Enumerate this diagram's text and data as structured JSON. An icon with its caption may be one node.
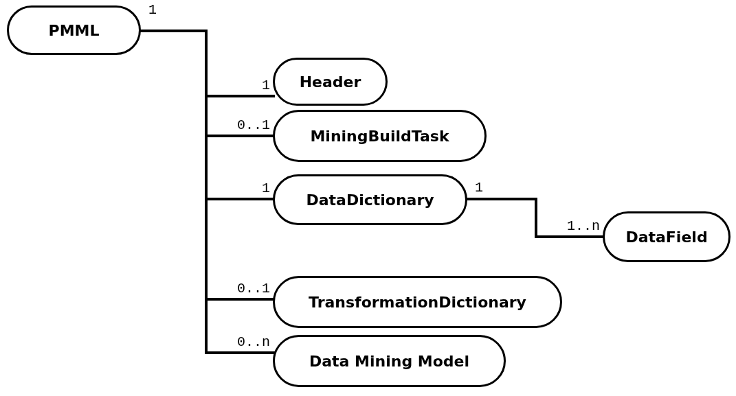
{
  "diagram": {
    "nodes": [
      {
        "text": [
          "PMML"
        ]
      },
      {
        "text": [
          "Header"
        ]
      },
      {
        "text": [
          "MiningBuildTask"
        ]
      },
      {
        "text": [
          "DataDictionary"
        ]
      },
      {
        "text": [
          "DataField"
        ]
      },
      {
        "text": [
          "TransformationDictionary"
        ]
      },
      {
        "text": [
          "Data Mining Model"
        ]
      }
    ],
    "edges": [
      {
        "from": 0,
        "to": 1,
        "arrow": "none",
        "label": "1"
      },
      {
        "from": 0,
        "to": 2,
        "arrow": "none",
        "label": "0..1"
      },
      {
        "from": 0,
        "to": 3,
        "arrow": "none",
        "label": "1"
      },
      {
        "from": 0,
        "to": 5,
        "arrow": "none",
        "label": "0..1"
      },
      {
        "from": 0,
        "to": 6,
        "arrow": "none",
        "label": "0..n"
      },
      {
        "from": 3,
        "to": 4,
        "arrow": "none",
        "label": "1..n"
      }
    ],
    "labels": [
      "1",
      "1"
    ]
  }
}
